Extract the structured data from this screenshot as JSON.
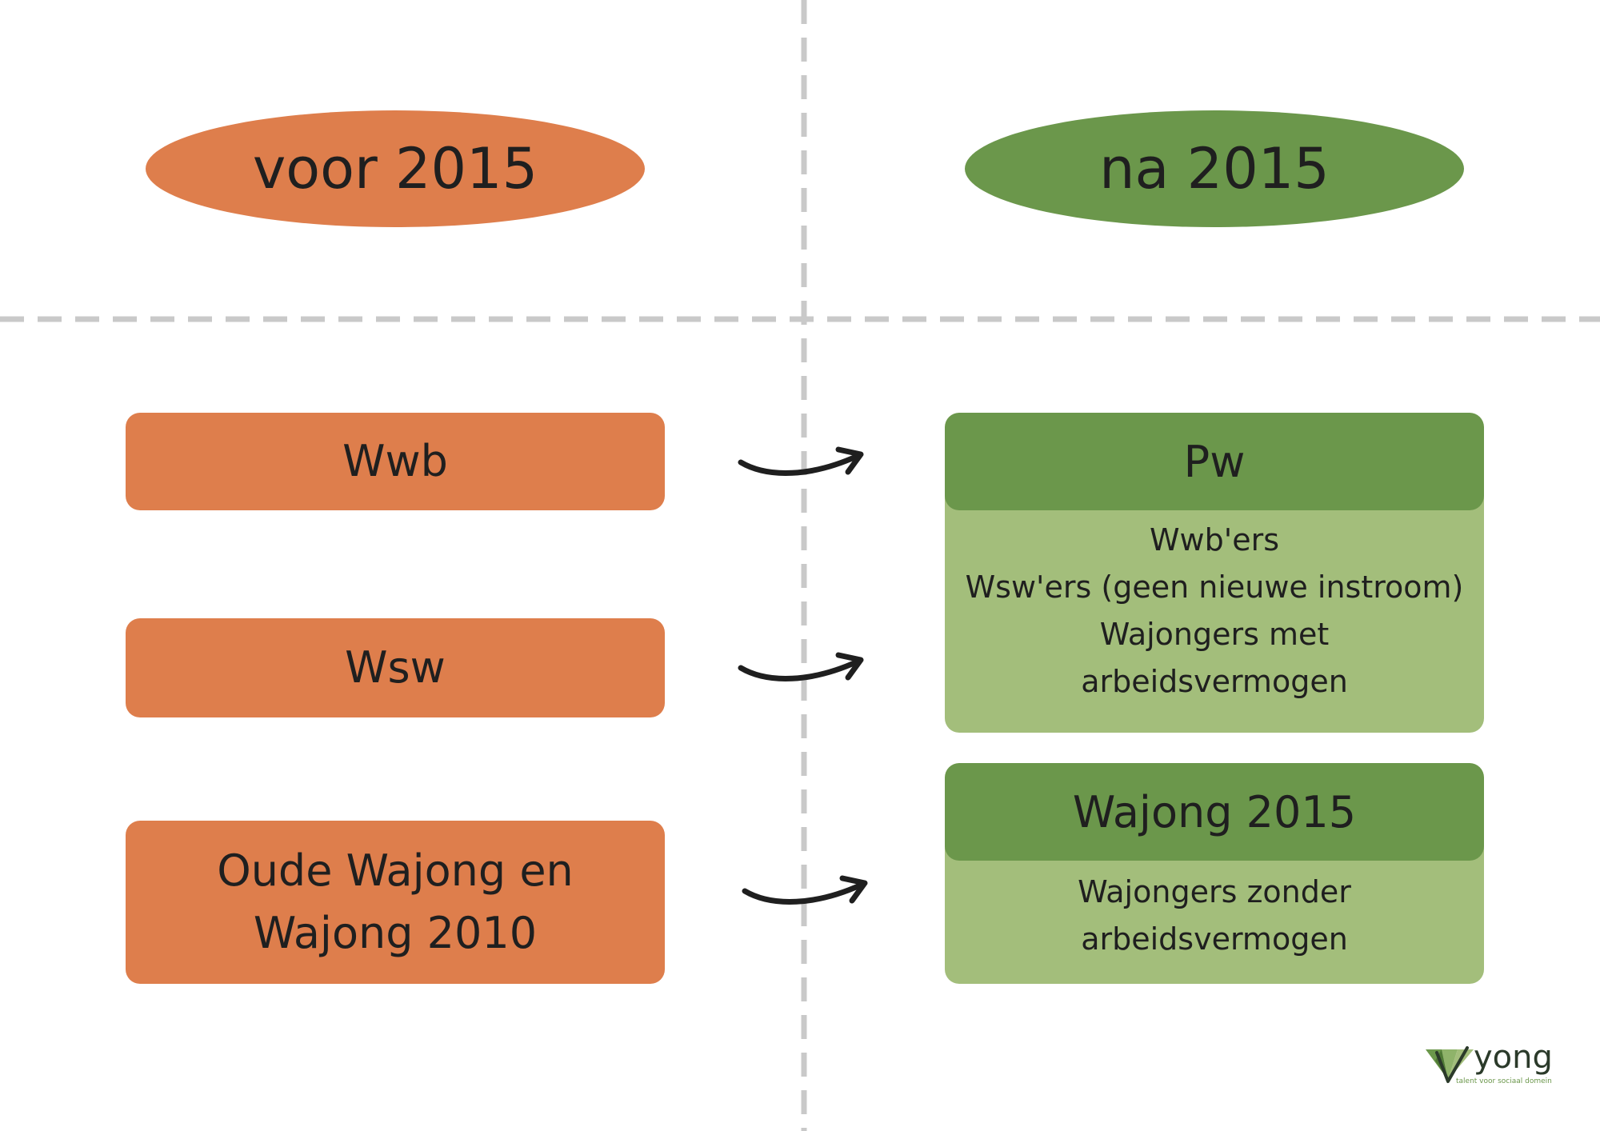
{
  "colors": {
    "old": "#de7e4c",
    "new_header": "#6b974b",
    "new_body": "#a3be7b",
    "divider": "#c9c9c9",
    "arrow": "#1f1f1f"
  },
  "headers": {
    "left": "voor 2015",
    "right": "na 2015"
  },
  "old_schemes": [
    {
      "label": "Wwb"
    },
    {
      "label": "Wsw"
    },
    {
      "label": "Oude Wajong en Wajong 2010"
    }
  ],
  "new_schemes": [
    {
      "title": "Pw",
      "lines": [
        "Wwb'ers",
        "Wsw'ers (geen nieuwe instroom)",
        "Wajongers met",
        "arbeidsvermogen"
      ]
    },
    {
      "title": "Wajong 2015",
      "lines": [
        "Wajongers zonder",
        "arbeidsvermogen"
      ]
    }
  ],
  "flows": [
    {
      "from": "Wwb",
      "to": "Pw"
    },
    {
      "from": "Wsw",
      "to": "Pw"
    },
    {
      "from": "Oude Wajong en Wajong 2010",
      "to": "Wajong 2015"
    }
  ],
  "logo": {
    "name": "yong",
    "tagline": "talent voor sociaal domein"
  }
}
